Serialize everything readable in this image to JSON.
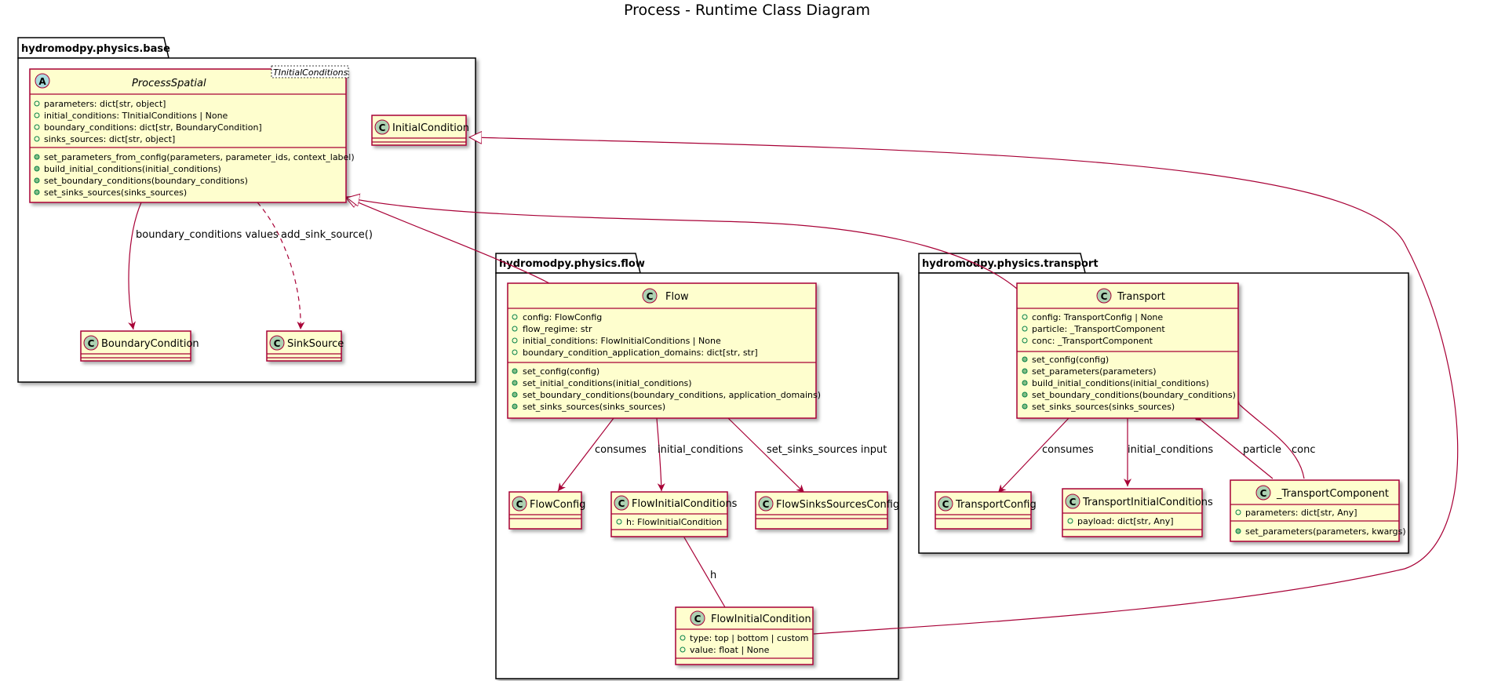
{
  "title": "Process - Runtime Class Diagram",
  "colors": {
    "class_fill": "#FEFECE",
    "class_border": "#A80036",
    "arrow": "#A80036",
    "package_border": "#000000",
    "circle_class": "#ADD1B2",
    "circle_abstract": "#A9DCDF"
  },
  "packages": {
    "base": {
      "name": "hydromodpy.physics.base"
    },
    "flow": {
      "name": "hydromodpy.physics.flow"
    },
    "transport": {
      "name": "hydromodpy.physics.transport"
    }
  },
  "classes": {
    "process_spatial": {
      "name": "ProcessSpatial",
      "stereotype": "A",
      "template": "TInitialConditions",
      "fields": [
        "parameters: dict[str, object]",
        "initial_conditions: TInitialConditions | None",
        "boundary_conditions: dict[str, BoundaryCondition]",
        "sinks_sources: dict[str, object]"
      ],
      "methods": [
        "set_parameters_from_config(parameters, parameter_ids, context_label)",
        "build_initial_conditions(initial_conditions)",
        "set_boundary_conditions(boundary_conditions)",
        "set_sinks_sources(sinks_sources)"
      ]
    },
    "initial_condition": {
      "name": "InitialCondition",
      "stereotype": "C"
    },
    "boundary_condition": {
      "name": "BoundaryCondition",
      "stereotype": "C"
    },
    "sink_source": {
      "name": "SinkSource",
      "stereotype": "C"
    },
    "flow": {
      "name": "Flow",
      "stereotype": "C",
      "fields": [
        "config: FlowConfig",
        "flow_regime: str",
        "initial_conditions: FlowInitialConditions | None",
        "boundary_condition_application_domains: dict[str, str]"
      ],
      "methods": [
        "set_config(config)",
        "set_initial_conditions(initial_conditions)",
        "set_boundary_conditions(boundary_conditions, application_domains)",
        "set_sinks_sources(sinks_sources)"
      ]
    },
    "flow_config": {
      "name": "FlowConfig",
      "stereotype": "C"
    },
    "flow_initial_conditions": {
      "name": "FlowInitialConditions",
      "stereotype": "C",
      "fields": [
        "h: FlowInitialCondition"
      ]
    },
    "flow_sinks_sources_config": {
      "name": "FlowSinksSourcesConfig",
      "stereotype": "C"
    },
    "flow_initial_condition": {
      "name": "FlowInitialCondition",
      "stereotype": "C",
      "fields": [
        "type: top | bottom | custom",
        "value: float | None"
      ]
    },
    "transport": {
      "name": "Transport",
      "stereotype": "C",
      "fields": [
        "config: TransportConfig | None",
        "particle: _TransportComponent",
        "conc: _TransportComponent"
      ],
      "methods": [
        "set_config(config)",
        "set_parameters(parameters)",
        "build_initial_conditions(initial_conditions)",
        "set_boundary_conditions(boundary_conditions)",
        "set_sinks_sources(sinks_sources)"
      ]
    },
    "transport_config": {
      "name": "TransportConfig",
      "stereotype": "C"
    },
    "transport_initial_conditions": {
      "name": "TransportInitialConditions",
      "stereotype": "C",
      "fields": [
        "payload: dict[str, Any]"
      ]
    },
    "transport_component": {
      "name": "_TransportComponent",
      "stereotype": "C",
      "fields": [
        "parameters: dict[str, Any]"
      ],
      "methods": [
        "set_parameters(parameters, kwargs)"
      ]
    }
  },
  "relations": {
    "ps_bc": "boundary_conditions values",
    "ps_ss": "add_sink_source()",
    "flow_cfg": "consumes",
    "flow_ic": "initial_conditions",
    "flow_ss": "set_sinks_sources input",
    "fic_h": "h",
    "tr_cfg": "consumes",
    "tr_ic": "initial_conditions",
    "tr_particle": "particle",
    "tr_conc": "conc"
  }
}
